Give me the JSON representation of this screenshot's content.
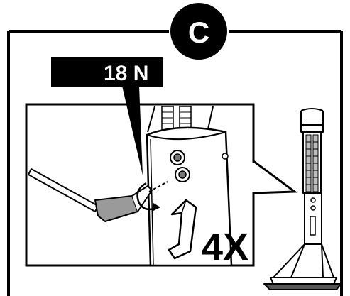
{
  "step": {
    "letter": "C"
  },
  "callout": {
    "torque": "18 N"
  },
  "quantity": {
    "label": "4X"
  },
  "icons": [
    "hex-key-icon",
    "rotation-arrow-icon",
    "bolt-icon"
  ],
  "colors": {
    "ink": "#000000",
    "paper": "#ffffff",
    "shade": "#9a9a9a"
  }
}
